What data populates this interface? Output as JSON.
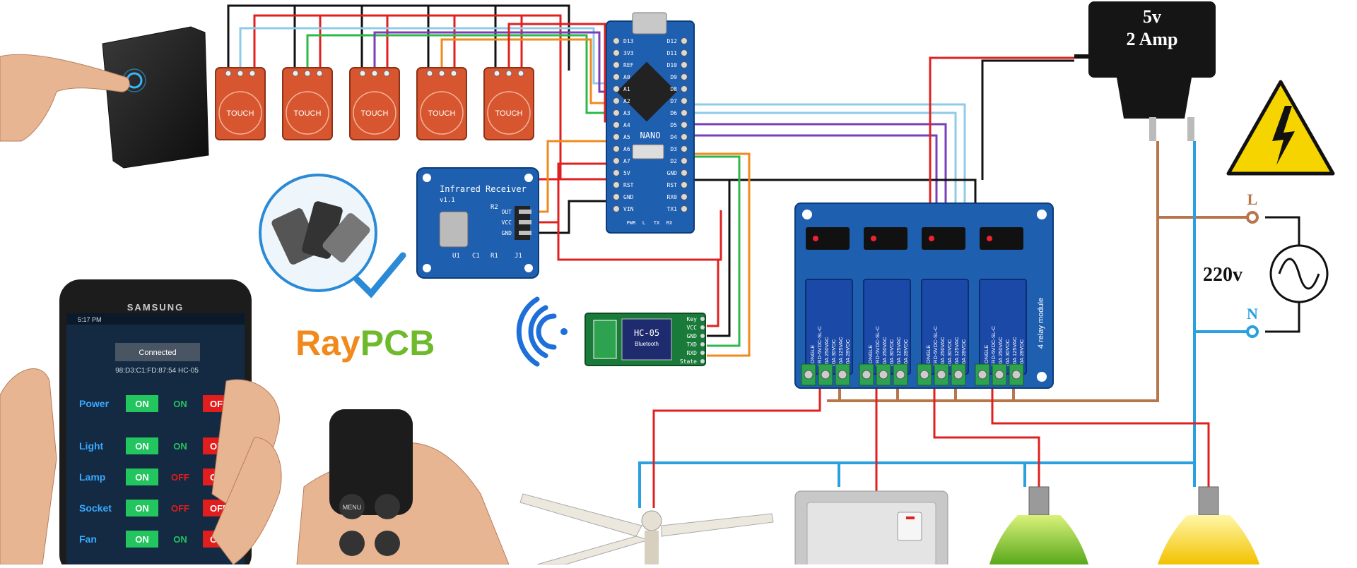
{
  "brand": {
    "ray": "Ray",
    "pcb": "PCB",
    "ray_color": "#f08a1c",
    "pcb_color": "#6fba2c"
  },
  "touch_sensors": {
    "label": "TOUCH",
    "count": 5
  },
  "nano": {
    "label": "NANO",
    "left_pins": [
      "D13",
      "3V3",
      "REF",
      "A0",
      "A1",
      "A2",
      "A3",
      "A4",
      "A5",
      "A6",
      "A7",
      "5V",
      "RST",
      "GND",
      "VIN"
    ],
    "right_pins": [
      "D12",
      "D11",
      "D10",
      "D9",
      "D8",
      "D7",
      "D6",
      "D5",
      "D4",
      "D3",
      "D2",
      "GND",
      "RST",
      "RX0",
      "TX1"
    ],
    "bottom_text": [
      "PWR",
      "L",
      "TX",
      "RX"
    ]
  },
  "ir_receiver": {
    "title": "Infrared Receiver",
    "version": "v1.1",
    "pins": [
      "OUT",
      "VCC",
      "GND"
    ],
    "refs": [
      "U1",
      "C1",
      "R1",
      "J1",
      "R2"
    ]
  },
  "bluetooth": {
    "title": "HC-05",
    "subtitle": "Bluetooth",
    "pins": [
      "Key",
      "VCC",
      "GND",
      "TXD",
      "RXD",
      "State"
    ]
  },
  "power_adapter": {
    "line1": "5v",
    "line2": "2 Amp"
  },
  "mains": {
    "voltage": "220v",
    "live": "L",
    "neutral": "N"
  },
  "relay_module": {
    "relay_text": [
      "SONGLE",
      "SRD-5VDC-SL-C",
      "10A 250VAC",
      "10A 30VDC",
      "10A 125VAC",
      "10A 28VDC"
    ],
    "module_label": "4 relay module",
    "count": 4
  },
  "phone": {
    "brand": "SAMSUNG",
    "time": "5:17 PM",
    "connect_button": "Connected",
    "device": "98:D3:C1:FD:87:54 HC-05",
    "rows": [
      {
        "name": "Power",
        "on": "ON",
        "state": "ON",
        "state_color": "#22c55e",
        "off": "OFF"
      },
      {
        "name": "Light",
        "on": "ON",
        "state": "ON",
        "state_color": "#22c55e",
        "off": "OFF"
      },
      {
        "name": "Lamp",
        "on": "ON",
        "state": "OFF",
        "state_color": "#e11d1d",
        "off": "OFF"
      },
      {
        "name": "Socket",
        "on": "ON",
        "state": "OFF",
        "state_color": "#e11d1d",
        "off": "OFF"
      },
      {
        "name": "Fan",
        "on": "ON",
        "state": "ON",
        "state_color": "#22c55e",
        "off": "OFF"
      }
    ]
  },
  "remote": {
    "menu": "MENU"
  },
  "colors": {
    "red": "#e02020",
    "black": "#111111",
    "brown": "#b8764c",
    "blue": "#2aa0e0",
    "orange": "#f08a1c",
    "green": "#2db84a",
    "purple": "#7a3fb8",
    "lightblue": "#8fcbe8",
    "pcb_blue": "#1f5fb0",
    "touch_red": "#d8562f"
  }
}
